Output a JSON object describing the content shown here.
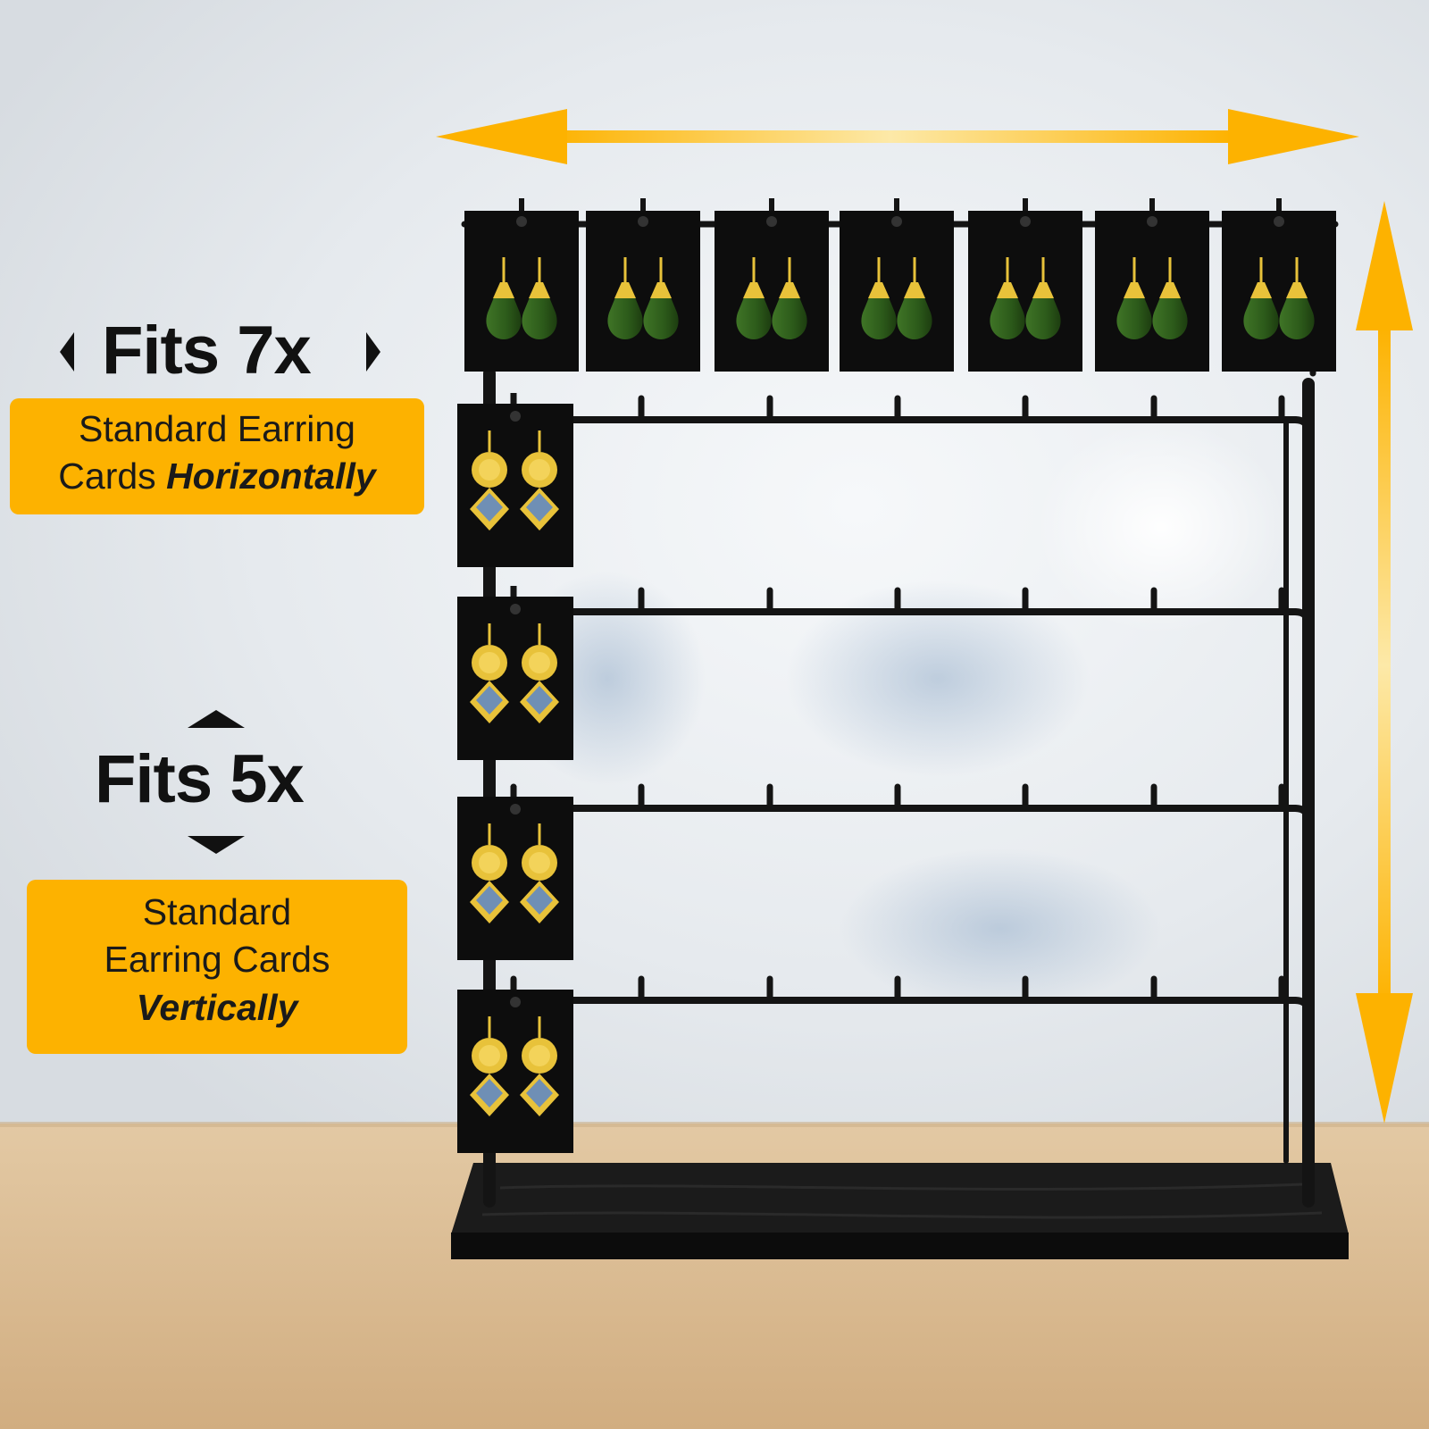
{
  "colors": {
    "accent": "#fdb200",
    "card": "#0d0d0d",
    "wall": "#e9ecef",
    "table": "#d9b991",
    "rack": "#141414",
    "earring_green": "#2f5e1c",
    "earring_gold": "#e8c23a",
    "earring_blue": "#6f8fb5"
  },
  "horizontal": {
    "title": "Fits 7x",
    "line1": "Standard Earring",
    "line2_plain": "Cards ",
    "line2_emph": "Horizontally",
    "card_count": 7
  },
  "vertical": {
    "title": "Fits 5x",
    "line1": "Standard",
    "line2": "Earring Cards",
    "line3_emph": "Vertically",
    "card_count": 4
  },
  "icons": {
    "left_caret": "caret-left-icon",
    "right_caret": "caret-right-icon",
    "up_caret": "caret-up-icon",
    "down_caret": "caret-down-icon",
    "width_arrow": "double-arrow-horizontal-icon",
    "height_arrow": "double-arrow-vertical-icon"
  }
}
